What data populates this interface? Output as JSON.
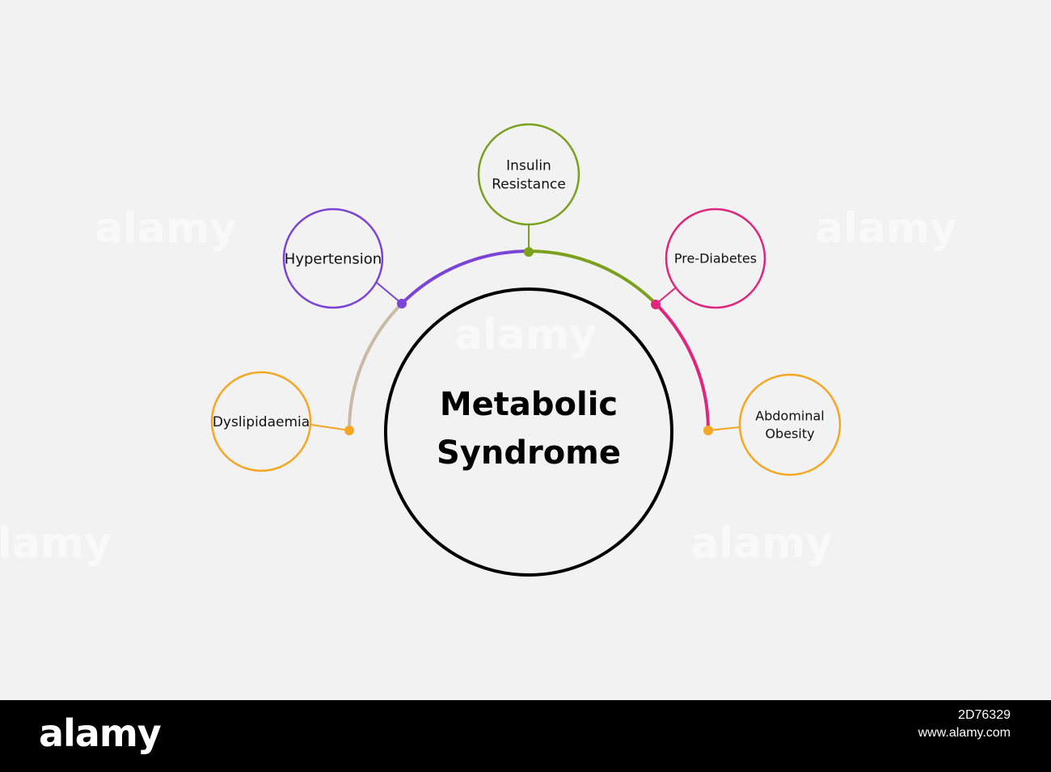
{
  "center": {
    "line1": "Metabolic",
    "line2": "Syndrome"
  },
  "nodes": [
    {
      "id": "dyslipidaemia",
      "lines": [
        "Dyslipidaemia"
      ],
      "color": "#f5a623"
    },
    {
      "id": "hypertension",
      "lines": [
        "Hypertension"
      ],
      "color": "#7b44d6"
    },
    {
      "id": "insulin-resistance",
      "lines": [
        "Insulin",
        "Resistance"
      ],
      "color": "#7aa01e"
    },
    {
      "id": "pre-diabetes",
      "lines": [
        "Pre-Diabetes"
      ],
      "color": "#e0267c"
    },
    {
      "id": "abdominal-obesity",
      "lines": [
        "Abdominal",
        "Obesity"
      ],
      "color": "#f5a623"
    }
  ],
  "arc_colors": {
    "left_lower": "#c9b9a6",
    "left_upper": "#7b44d6",
    "right_upper": "#7aa01e",
    "right_lower": "#e0267c"
  },
  "watermark": {
    "brand": "alamy",
    "image_id": "2D76329",
    "site": "www.alamy.com"
  }
}
